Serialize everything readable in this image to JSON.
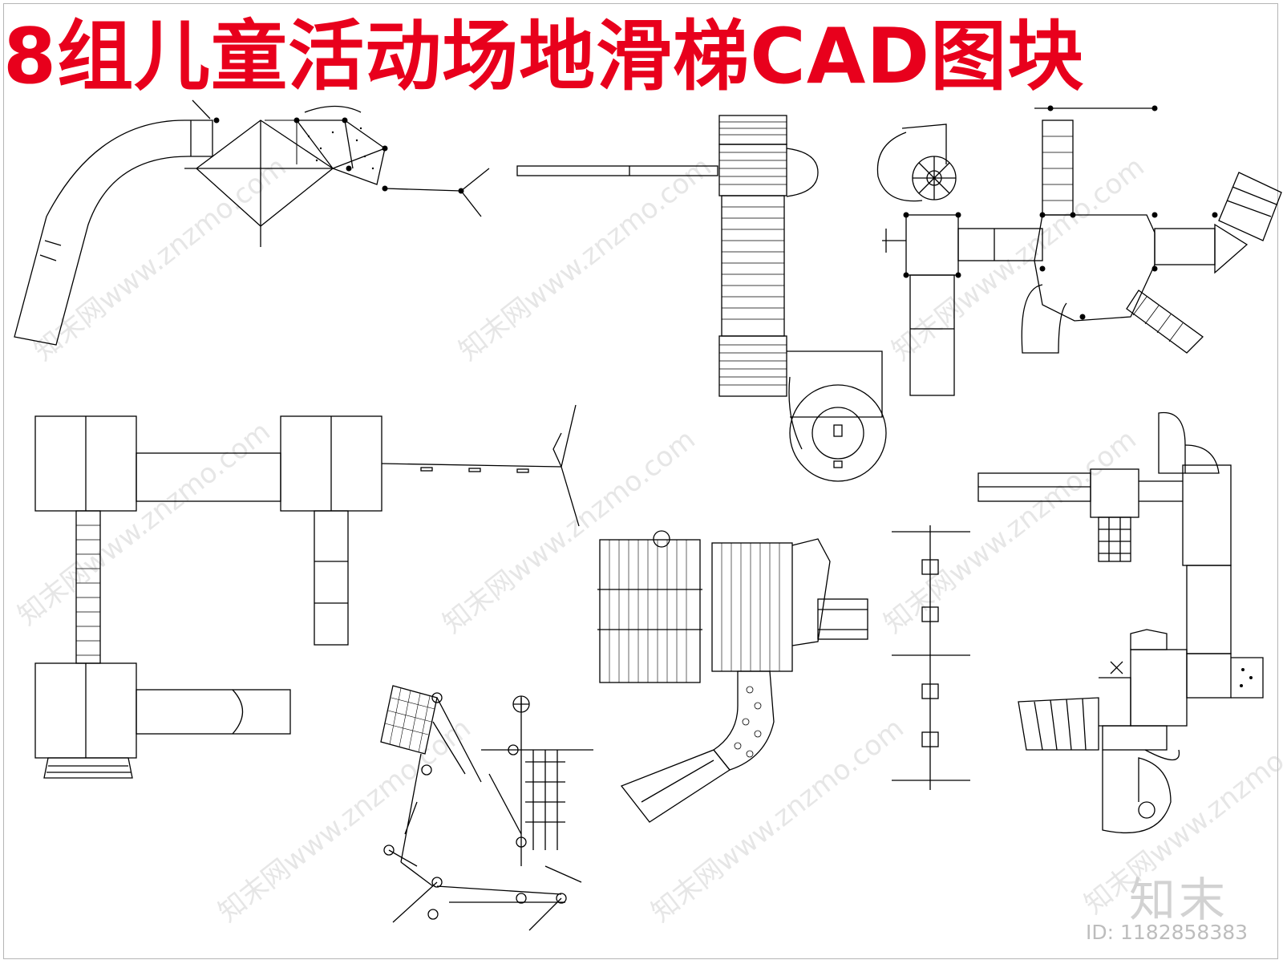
{
  "title": "8组儿童活动场地滑梯CAD图块",
  "colors": {
    "title": "#e8001c",
    "line": "#000000",
    "watermark": "#c8c8c8"
  },
  "watermark": "知末网www.znzmo.com",
  "brand": "知末",
  "id_text": "ID: 1182858383"
}
